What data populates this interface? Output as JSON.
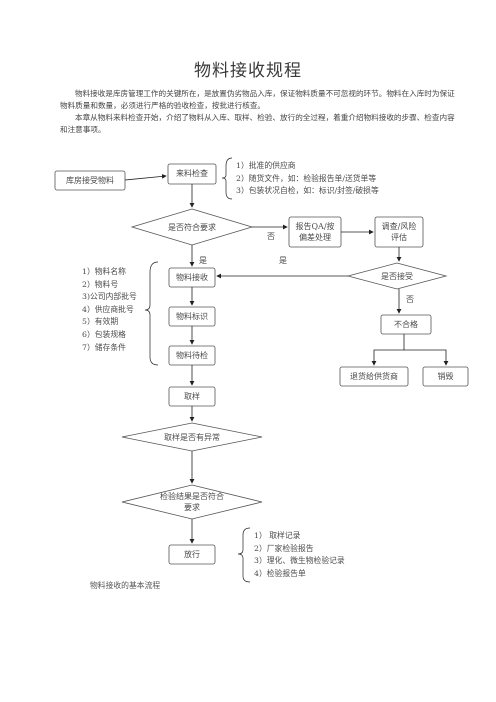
{
  "document": {
    "title": "物料接收规程",
    "paragraph1": "物料接收是库房管理工作的关键所在，是放置伪劣物品入库，保证物料质量不可忽视的环节。物料在入库时为保证物料质量和数量，必须进行严格的验收检查，按批进行核查。",
    "paragraph2": "本章从物料来料检查开始，介绍了物料从入库、取样、检验、放行的全过程，着重介绍物料接收的步骤、检查内容和注意事项。"
  },
  "flowchart": {
    "nodes": {
      "warehouse_receive": "库房接受物料",
      "incoming_check": "来料检查",
      "meets_requirements": "是否符合要求",
      "report_qa": "报告QA/按偏差处理",
      "investigate": "调查/风险评估",
      "material_receive": "物料接收",
      "accept": "是否接受",
      "material_label": "物料标识",
      "material_wait": "物料待检",
      "nonconforming": "不合格",
      "return_supplier": "退货给供货商",
      "destroy": "销毁",
      "sampling": "取样",
      "sampling_abnormal": "取样是否有异常",
      "test_result": "检验结果是否符合要求",
      "release": "放行"
    },
    "edge_labels": {
      "no_1": "否",
      "yes_1": "是",
      "yes_2": "是",
      "no_2": "否"
    },
    "notes": {
      "incoming": [
        "1）批准的供应商",
        "2）随货文件，如：检验报告单/送货单等",
        "3）包装状况自检，如：标识/封签/破损等"
      ],
      "receive": [
        "1）物料名称",
        "2）物料号",
        "3)公司内部批号",
        "4）供应商批号",
        "5）有效期",
        "6）包装规格",
        "7）储存条件"
      ],
      "release": [
        "1） 取样记录",
        "2）厂家检验报告",
        "3）理化、微生物检验记录",
        "4）检验报告单"
      ]
    },
    "caption": "物料接收的基本流程"
  }
}
